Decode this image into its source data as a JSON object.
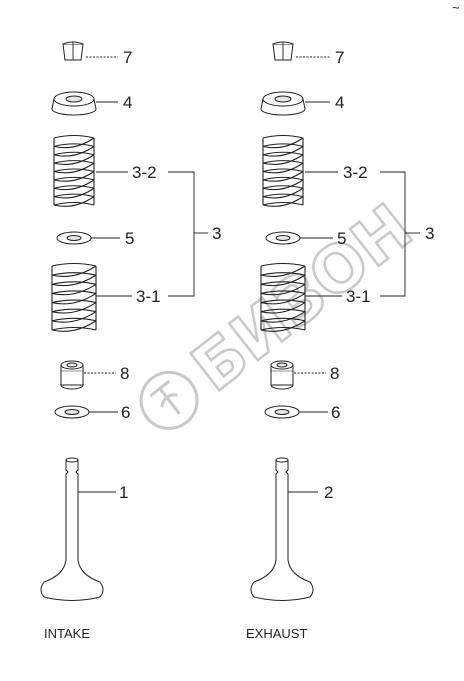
{
  "labels": {
    "retainer": "7",
    "spring_cap": "4",
    "outer_spring": "3-2",
    "spring_assembly": "3",
    "spring_seat": "5",
    "inner_spring": "3-1",
    "valve_seal": "8",
    "washer": "6",
    "intake_valve": "1",
    "exhaust_valve": "2"
  },
  "captions": {
    "intake": "INTAKE",
    "exhaust": "EXHAUST"
  },
  "watermark": {
    "text": "БИЗОН",
    "icon": "trademark-circle-icon"
  },
  "corner_mark": "~"
}
